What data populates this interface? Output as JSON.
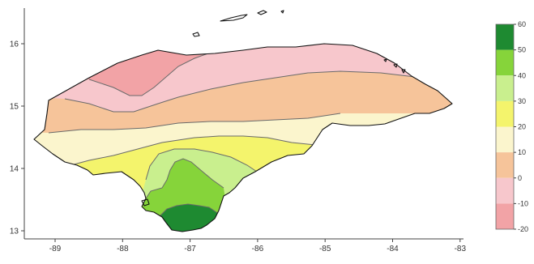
{
  "map": {
    "colors": {
      "band_neg20_neg10": "#f2a3a6",
      "band_neg10_0": "#f7c7cc",
      "band_0_10": "#f6c49a",
      "band_10_20": "#fbf5cd",
      "band_20_30": "#f4f46c",
      "band_30_40": "#c9ef8e",
      "band_40_50": "#86d43a",
      "band_50_60": "#1e8a31",
      "outline": "#111111",
      "contour": "#6a6a6a"
    },
    "x_axis": {
      "ticks": [
        {
          "value": -89,
          "label": "-89"
        },
        {
          "value": -88,
          "label": "-88"
        },
        {
          "value": -87,
          "label": "-87"
        },
        {
          "value": -86,
          "label": "-86"
        },
        {
          "value": -85,
          "label": "-85"
        },
        {
          "value": -84,
          "label": "-84"
        },
        {
          "value": -83,
          "label": "-83"
        }
      ]
    },
    "y_axis": {
      "ticks": [
        {
          "value": 13,
          "label": "13"
        },
        {
          "value": 14,
          "label": "14"
        },
        {
          "value": 15,
          "label": "15"
        },
        {
          "value": 16,
          "label": "16"
        }
      ]
    },
    "legend": {
      "labels": [
        "60",
        "50",
        "40",
        "30",
        "20",
        "10",
        "0",
        "-10",
        "-20"
      ],
      "band_colors": [
        "#1e8a31",
        "#86d43a",
        "#c9ef8e",
        "#f4f46c",
        "#fbf5cd",
        "#f6c49a",
        "#f7c7cc",
        "#f2a3a6"
      ]
    }
  }
}
